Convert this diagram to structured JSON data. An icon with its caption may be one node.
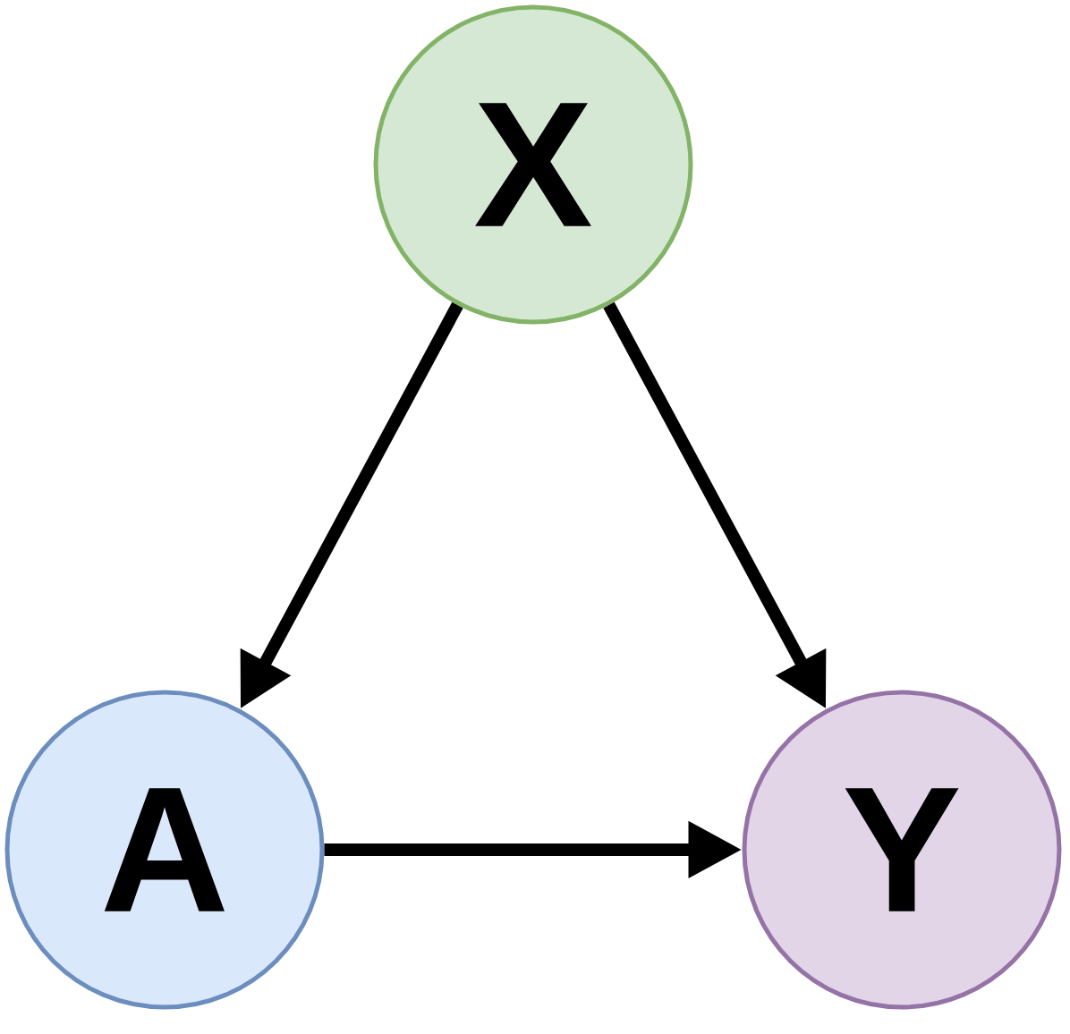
{
  "diagram": {
    "nodes": [
      {
        "text": [
          "X"
        ]
      },
      {
        "text": [
          "A"
        ]
      },
      {
        "text": [
          "Y"
        ]
      }
    ],
    "edges": [
      {
        "from": 0,
        "to": 1,
        "arrow": "to"
      },
      {
        "from": 0,
        "to": 2,
        "arrow": "to"
      },
      {
        "from": 1,
        "to": 2,
        "arrow": "to"
      }
    ]
  }
}
